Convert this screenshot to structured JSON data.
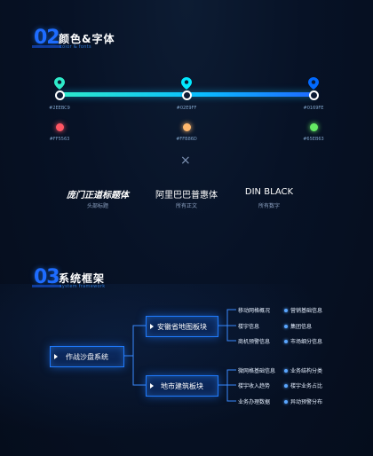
{
  "section1": {
    "num": "02",
    "title": "颜色&字体",
    "subtitle": "color & fonts"
  },
  "section2": {
    "num": "03",
    "title": "系统框架",
    "subtitle": "system framework"
  },
  "colors_primary": [
    {
      "hex": "#2EEBC9",
      "color": "#2EEBC9",
      "icon": "map-pin-icon"
    },
    {
      "hex": "#02E9FF",
      "color": "#02E9FF",
      "icon": "map-pin-icon"
    },
    {
      "hex": "#0169FE",
      "color": "#0169FE",
      "icon": "map-pin-icon"
    }
  ],
  "colors_status": [
    {
      "hex": "#FF5563",
      "color": "#FF5563"
    },
    {
      "hex": "#FFB86D",
      "color": "#FFB86D"
    },
    {
      "hex": "#65EB63",
      "color": "#65EB63"
    }
  ],
  "times_symbol": "×",
  "fonts": [
    {
      "name": "庞门正道标题体",
      "use": "头部标题"
    },
    {
      "name": "阿里巴巴普惠体",
      "use": "所有正文"
    },
    {
      "name": "DIN BLACK",
      "use": "所有数字"
    }
  ],
  "framework": {
    "root": "作战沙盘系统",
    "branches": [
      {
        "label": "安徽省地图板块",
        "col1": [
          "移动网格概况",
          "楼宇信息",
          "商机预警信息"
        ],
        "col2": [
          "营销基础信息",
          "集团信息",
          "市场细分信息"
        ]
      },
      {
        "label": "地市建筑板块",
        "col1": [
          "微网格基础信息",
          "楼宇收入趋势",
          "业务办理数据"
        ],
        "col2": [
          "业务结构分类",
          "楼宇业务占比",
          "异动预警分布"
        ]
      }
    ]
  }
}
